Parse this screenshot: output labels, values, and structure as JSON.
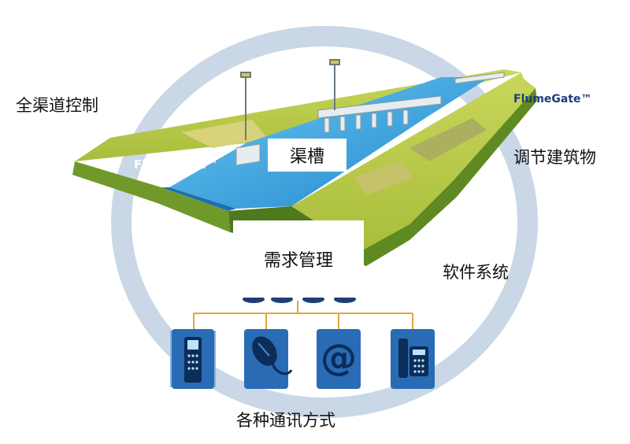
{
  "labels": {
    "full_canal_control": "全渠道控制",
    "flume": "渠槽",
    "regulating_structures": "调节建筑物",
    "demand_management": "需求管理",
    "software_system": "软件系统",
    "communication_methods": "各种通讯方式"
  },
  "brand": {
    "name_left": "FlumeGate™",
    "name_right": "FlumeGate™"
  },
  "devices": [
    "phone-icon",
    "mouse-icon",
    "at-sign-icon",
    "desk-phone-icon"
  ],
  "colors": {
    "ring": "#c9d7e6",
    "water": "#2aa0e0",
    "grass": "#b8c84a",
    "bank_side": "#6f9a2a",
    "device_blue": "#2a6bb5",
    "connector": "#e8a23a",
    "brand_left": "#ffffff",
    "brand_right": "#1a3e7a"
  }
}
